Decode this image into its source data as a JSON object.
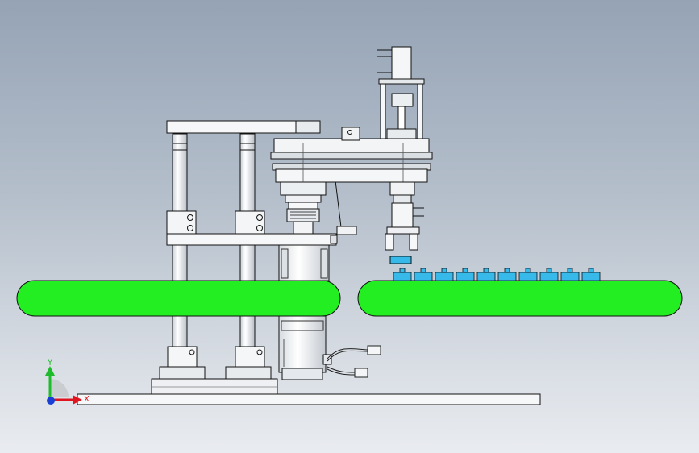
{
  "viewport": {
    "background_top": "#95a3b5",
    "background_bottom": "#e9ecf0"
  },
  "model": {
    "part_fill": "#f4f6f8",
    "part_stroke": "#111111",
    "conveyor_color": "#22ee22",
    "product_color": "#37b9ea"
  },
  "triad": {
    "x_label": "X",
    "y_label": "Y",
    "x_color": "#e0141e",
    "y_color": "#1ebc2c",
    "z_color": "#1a3fd6"
  },
  "products": {
    "count": 10
  }
}
